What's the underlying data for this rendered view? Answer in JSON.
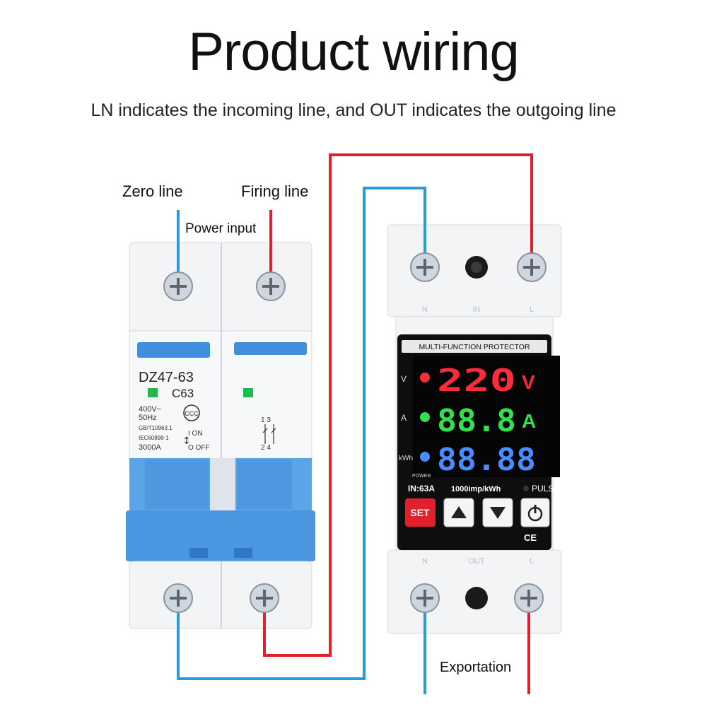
{
  "title": "Product wiring",
  "subtitle": "LN indicates the incoming line, and OUT indicates the outgoing line",
  "labels": {
    "zero_line": "Zero line",
    "firing_line": "Firing line",
    "power_input": "Power input",
    "exportation": "Exportation"
  },
  "breaker": {
    "model": "DZ47-63",
    "rating": "C63",
    "specs": [
      "400V~",
      "50Hz",
      "GB/T10963.1",
      "IEC60898-1",
      "3000A"
    ],
    "on_label": "I ON",
    "off_label": "O OFF",
    "cert": "CCC",
    "poles_top": "1 3",
    "poles_bottom": "2 4"
  },
  "protector": {
    "header": "MULTI-FUNCTION PROTECTOR",
    "terminals_top": [
      "N",
      "IN",
      "L"
    ],
    "terminals_bottom": [
      "N",
      "OUT",
      "L"
    ],
    "rows": [
      {
        "side": "V",
        "digits": "220",
        "unit": "V",
        "color": "#ff2a3a"
      },
      {
        "side": "A",
        "digits": "88.8",
        "unit": "A",
        "color": "#33e04a"
      },
      {
        "side": "kWh",
        "digits": "88.88",
        "unit": "",
        "color": "#4a8cff"
      }
    ],
    "power_label": "POWER",
    "rating": "IN:63A",
    "imp": "1000imp/kWh",
    "pulse": "PULSE",
    "set_button": "SET",
    "ce": "CE"
  },
  "colors": {
    "live_wire": "#e0202a",
    "neutral_wire": "#2a9ad8",
    "breaker_blue": "#3f8fdc",
    "lcd_bg": "#0b0b0b"
  }
}
